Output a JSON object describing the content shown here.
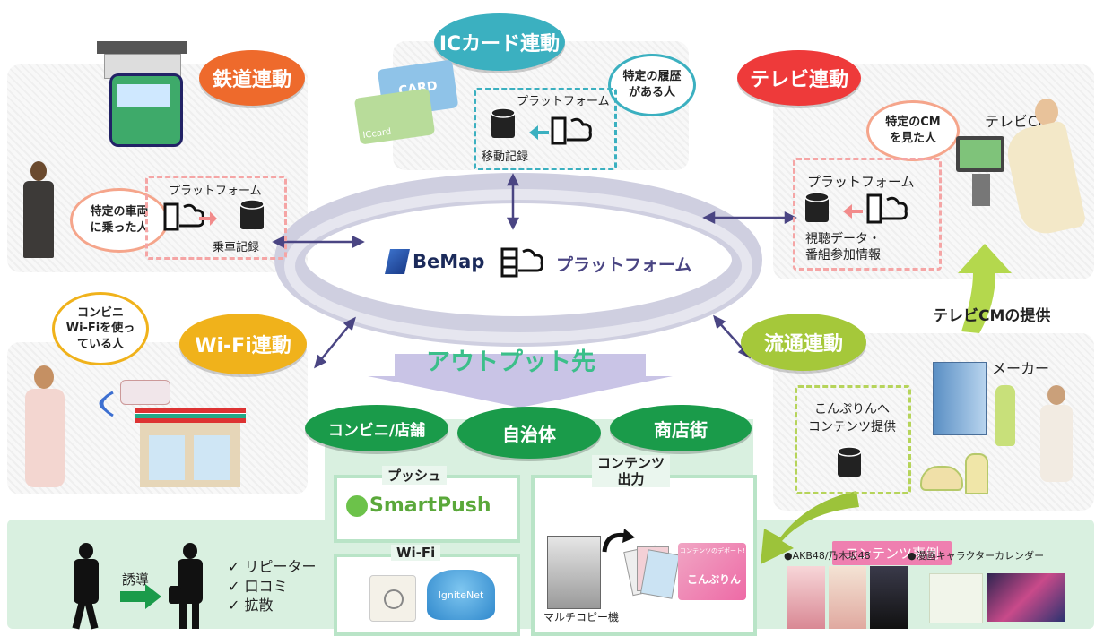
{
  "sections": {
    "railway": {
      "badge": "鉄道連動",
      "bubble": "特定の車両\nに乗った人",
      "platform": "プラットフォーム",
      "record": "乗車記録"
    },
    "iccard": {
      "badge": "ICカード連動",
      "bubble": "特定の履歴\nがある人",
      "platform": "プラットフォーム",
      "record": "移動記録",
      "card_label": "CARD",
      "card_label2": "ICcard"
    },
    "tv": {
      "badge": "テレビ連動",
      "bubble": "特定のCM\nを見た人",
      "tvcm": "テレビCM",
      "platform": "プラットフォーム",
      "record": "視聴データ・\n番組参加情報"
    },
    "wifi": {
      "badge": "Wi-Fi連動",
      "bubble": "コンビニ\nWi-Fiを使っ\nている人"
    },
    "retail": {
      "badge": "流通連動",
      "maker": "メーカー",
      "provide": "こんぷりんへ\nコンテンツ提供",
      "tv_cm_offer": "テレビCMの提供"
    }
  },
  "center": {
    "logo": "BeMap",
    "platform": "プラットフォーム",
    "output": "アウトプット先"
  },
  "outputs": {
    "pills": [
      "コンビニ/店舗",
      "自治体",
      "商店街"
    ]
  },
  "push": {
    "title": "プッシュ",
    "logo": "SmartPush"
  },
  "wifi_box": {
    "title": "Wi-Fi",
    "logo": "IgniteNet"
  },
  "content_box": {
    "title": "コンテンツ\n出力",
    "copier": "マルチコピー機",
    "konpurin": "こんぷりん",
    "konpurin_tag": "コンテンツのデポート!"
  },
  "guide": {
    "label": "誘導",
    "checks": [
      "リピーター",
      "口コミ",
      "拡散"
    ],
    "check_mark": "✓"
  },
  "examples": {
    "tag": "コンテンツ事例",
    "akb": "●AKB48/乃木坂48",
    "manga": "●漫画キャラクターカレンダー"
  },
  "colors": {
    "rail": "#ee6a2c",
    "ic": "#3bb0c0",
    "tv": "#ee3a3a",
    "wifi": "#f0b21b",
    "retail": "#a5c83a",
    "green": "#1a9b4a",
    "lightgreen": "#d9f0e0",
    "ring": "#cfcfe0",
    "arrow": "#4a4583"
  }
}
